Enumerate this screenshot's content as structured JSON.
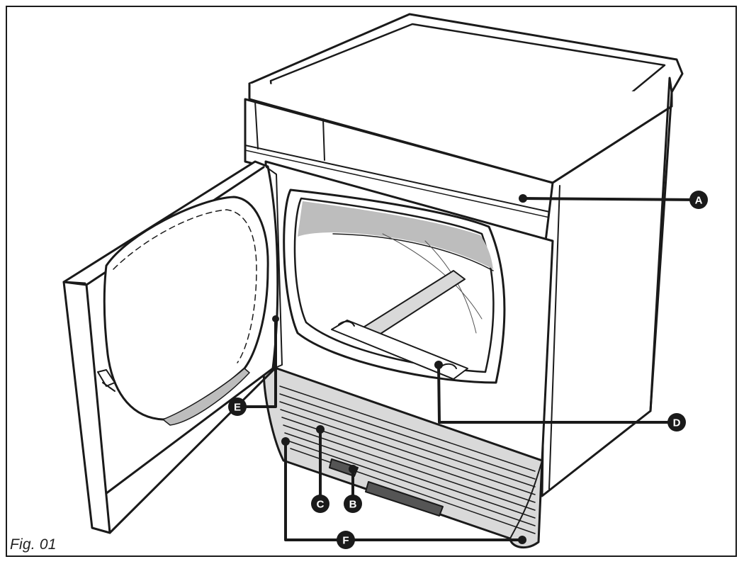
{
  "figure": {
    "caption": "Fig. 01",
    "colors": {
      "line": "#1a1a1a",
      "body_fill": "#ffffff",
      "shade_light": "#d9d9d9",
      "shade_mid": "#bdbdbd",
      "callout": "#1a1a1a"
    }
  },
  "callouts": [
    {
      "id": "A",
      "label": "A"
    },
    {
      "id": "B",
      "label": "B"
    },
    {
      "id": "C",
      "label": "C"
    },
    {
      "id": "D",
      "label": "D"
    },
    {
      "id": "E",
      "label": "E"
    },
    {
      "id": "F",
      "label": "F"
    }
  ]
}
